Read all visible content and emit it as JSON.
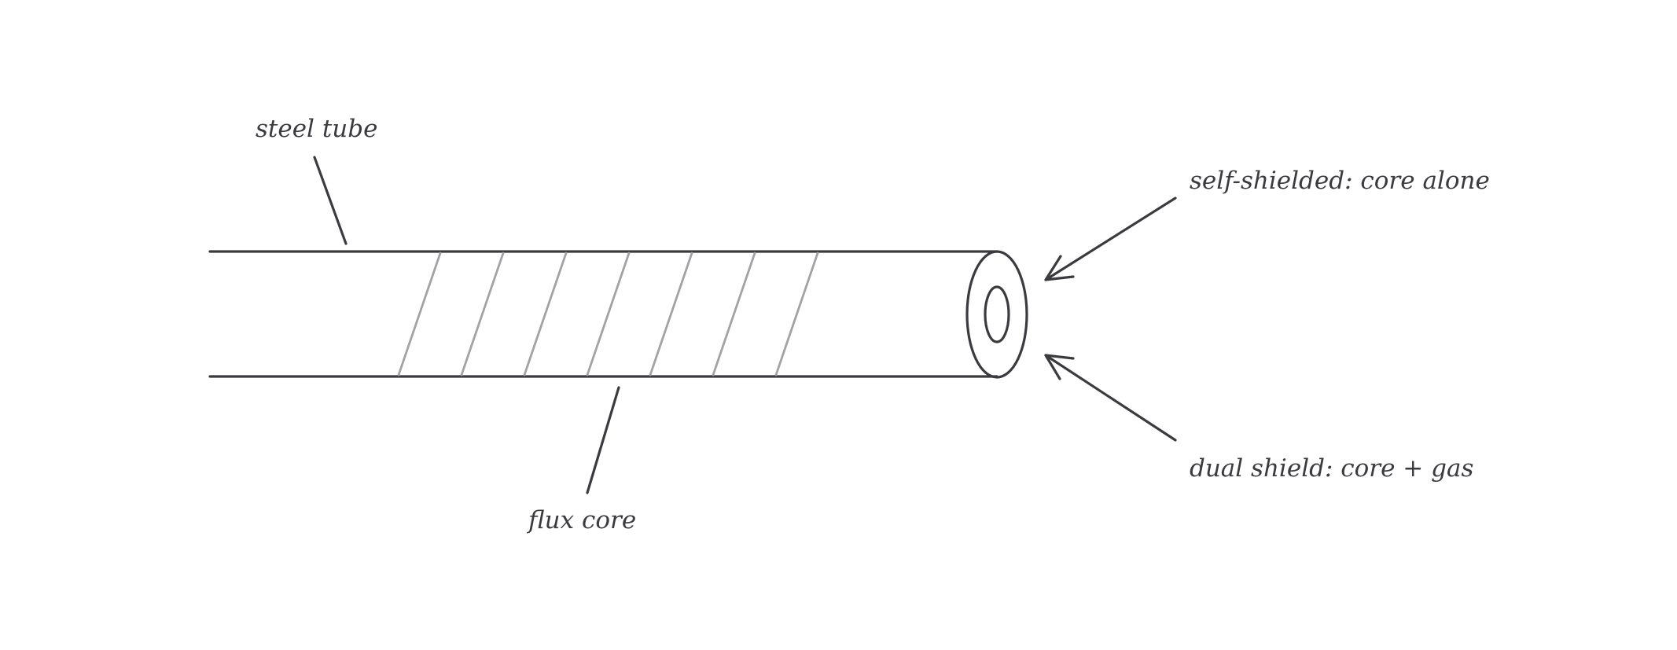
{
  "labels": {
    "steel_tube": "steel tube",
    "flux_core": "flux core",
    "self_shielded": "self-shielded: core alone",
    "dual_shield": "dual shield: core + gas"
  },
  "colors": {
    "ink": "#3b3a3e",
    "hatch": "#a3a3a5",
    "background": "#ffffff"
  }
}
